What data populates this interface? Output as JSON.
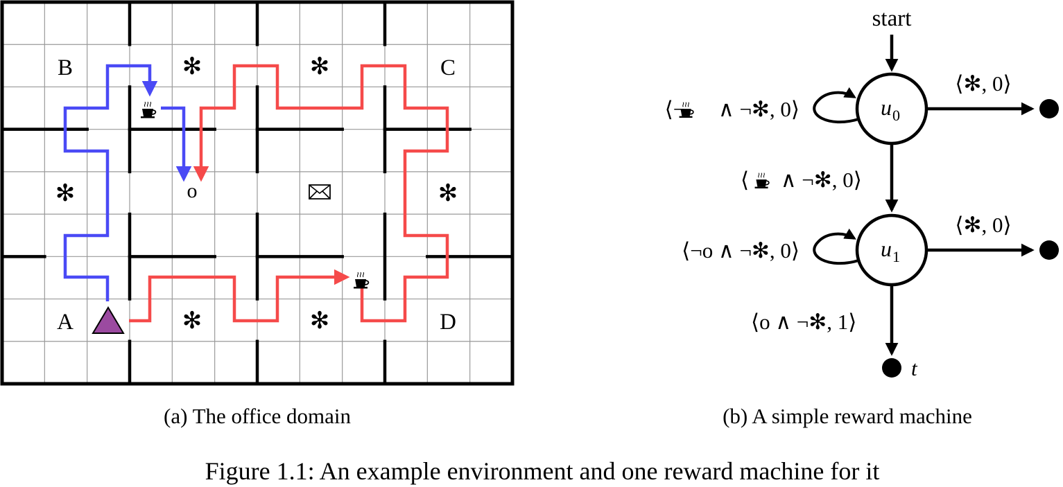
{
  "office": {
    "rooms": {
      "A": "A",
      "B": "B",
      "C": "C",
      "D": "D"
    },
    "office_mark": "o",
    "decoration_glyph": "✻",
    "icons": {
      "coffee": "coffee-cup-icon",
      "mail": "mail-envelope-icon",
      "decoration": "asterisk-decoration-icon",
      "agent": "triangle-agent-icon"
    },
    "colors": {
      "blue_path": "#4a4af5",
      "red_path": "#f54a4a",
      "agent": "#9b4aa0",
      "grid_minor": "#999999",
      "grid_major": "#000000"
    },
    "caption": "(a) The office domain"
  },
  "rm": {
    "start_label": "start",
    "states": [
      {
        "id": "u0",
        "base": "u",
        "sub": "0"
      },
      {
        "id": "u1",
        "base": "u",
        "sub": "1"
      }
    ],
    "terminal_label": "t",
    "edges": {
      "u0_self": {
        "pre": "⟨¬",
        "post": " ∧ ¬✻, 0⟩",
        "has_coffee": true
      },
      "u0_to_u1": {
        "pre": "⟨",
        "post": " ∧ ¬✻, 0⟩",
        "has_coffee": true
      },
      "u0_fail": {
        "text": "⟨✻, 0⟩"
      },
      "u1_self": {
        "text": "⟨¬o ∧ ¬✻, 0⟩"
      },
      "u1_fail": {
        "text": "⟨✻, 0⟩"
      },
      "u1_to_t": {
        "text": "⟨o ∧ ¬✻, 1⟩"
      }
    },
    "caption": "(b) A simple reward machine"
  },
  "figure_caption": "Figure 1.1: An example environment and one reward machine for it"
}
